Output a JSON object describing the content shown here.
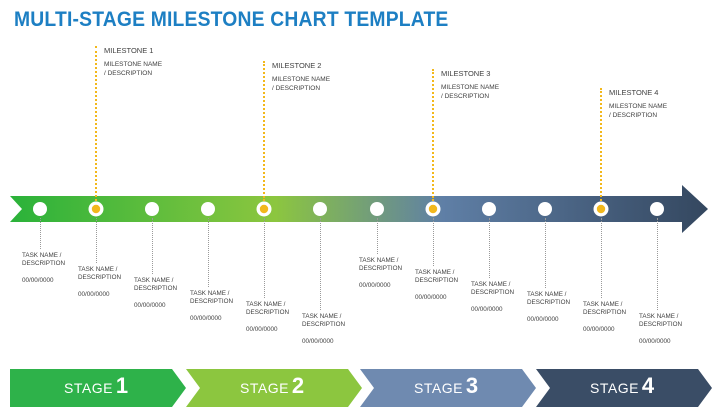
{
  "title": "MULTI-STAGE MILESTONE CHART TEMPLATE",
  "colors": {
    "title": "#1d7fc3",
    "arrow_start": "#2ab23a",
    "arrow_mid": "#8cc63f",
    "arrow_blue": "#5f7fa6",
    "arrow_end": "#34475f",
    "milestone_marker": "#f2b81c",
    "stage1": "#2eb24a",
    "stage2": "#8cc63f",
    "stage3": "#6f8ab0",
    "stage4": "#3a4d66"
  },
  "milestones": [
    {
      "title": "MILESTONE 1",
      "desc": "MILESTONE NAME / DESCRIPTION"
    },
    {
      "title": "MILESTONE 2",
      "desc": "MILESTONE NAME / DESCRIPTION"
    },
    {
      "title": "MILESTONE 3",
      "desc": "MILESTONE NAME / DESCRIPTION"
    },
    {
      "title": "MILESTONE 4",
      "desc": "MILESTONE NAME / DESCRIPTION"
    }
  ],
  "tasks": [
    {
      "name": "TASK NAME / DESCRIPTION",
      "date": "00/00/0000"
    },
    {
      "name": "TASK NAME / DESCRIPTION",
      "date": "00/00/0000"
    },
    {
      "name": "TASK NAME / DESCRIPTION",
      "date": "00/00/0000"
    },
    {
      "name": "TASK NAME / DESCRIPTION",
      "date": "00/00/0000"
    },
    {
      "name": "TASK NAME / DESCRIPTION",
      "date": "00/00/0000"
    },
    {
      "name": "TASK NAME / DESCRIPTION",
      "date": "00/00/0000"
    },
    {
      "name": "TASK NAME / DESCRIPTION",
      "date": "00/00/0000"
    },
    {
      "name": "TASK NAME / DESCRIPTION",
      "date": "00/00/0000"
    },
    {
      "name": "TASK NAME / DESCRIPTION",
      "date": "00/00/0000"
    },
    {
      "name": "TASK NAME / DESCRIPTION",
      "date": "00/00/0000"
    },
    {
      "name": "TASK NAME / DESCRIPTION",
      "date": "00/00/0000"
    },
    {
      "name": "TASK NAME / DESCRIPTION",
      "date": "00/00/0000"
    }
  ],
  "stages": [
    {
      "word": "STAGE",
      "number": "1"
    },
    {
      "word": "STAGE",
      "number": "2"
    },
    {
      "word": "STAGE",
      "number": "3"
    },
    {
      "word": "STAGE",
      "number": "4"
    }
  ]
}
